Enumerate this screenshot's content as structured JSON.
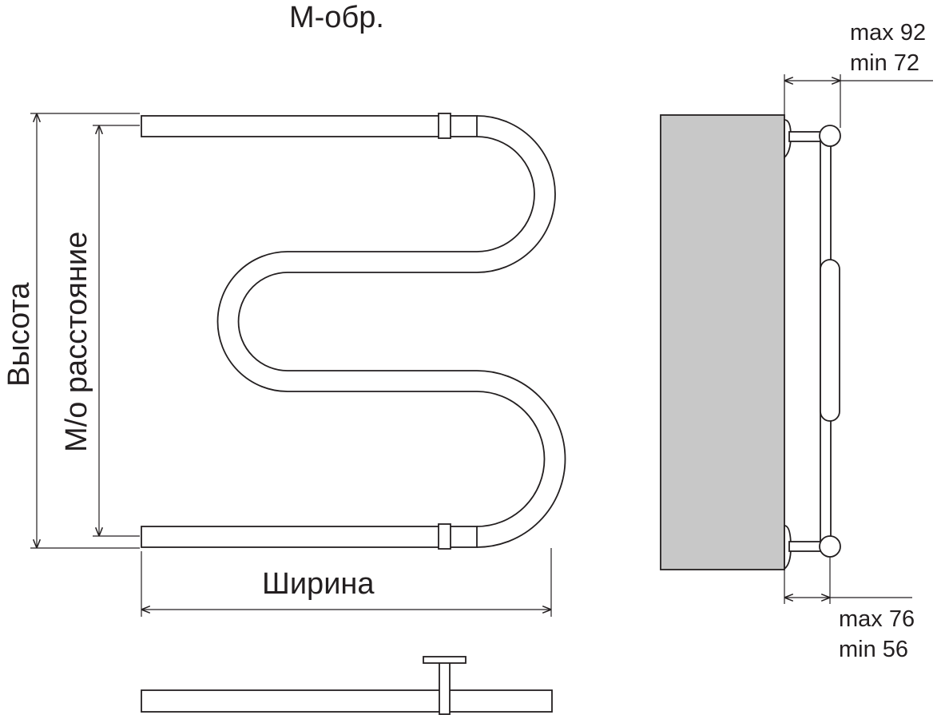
{
  "title": "М-обр.",
  "labels": {
    "height": "Высота",
    "center_distance": "М/о расстояние",
    "width": "Ширина"
  },
  "side_view": {
    "top_dim_max": "max 92",
    "top_dim_min": "min 72",
    "bottom_dim_max": "max 76",
    "bottom_dim_min": "min 56"
  },
  "colors": {
    "ink": "#231f20",
    "wall": "#c8c8c8",
    "background": "#ffffff"
  }
}
